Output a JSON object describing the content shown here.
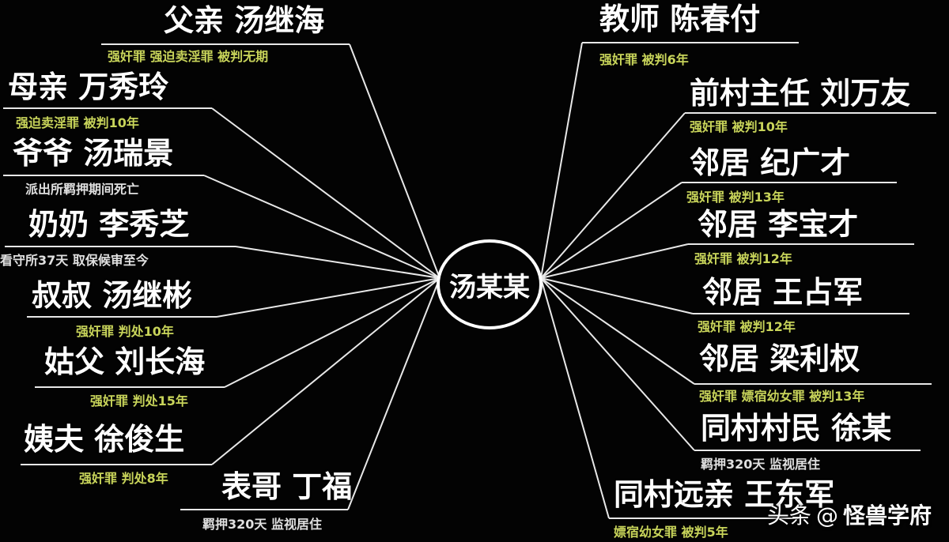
{
  "colors": {
    "background": "#030303",
    "line": "#e8e8e8",
    "crime_note": "#c8d45a",
    "status_note": "#e0e0e0"
  },
  "center": {
    "label": "汤某某"
  },
  "left_nodes": [
    {
      "name": "父亲 汤继海",
      "note": "强奸罪 强迫卖淫罪 被判无期",
      "note_kind": "crime"
    },
    {
      "name": "母亲 万秀玲",
      "note": "强迫卖淫罪 被判10年",
      "note_kind": "crime"
    },
    {
      "name": "爷爷 汤瑞景",
      "note": "派出所羁押期间死亡",
      "note_kind": "status"
    },
    {
      "name": "奶奶 李秀芝",
      "note": "看守所37天 取保候审至今",
      "note_kind": "status"
    },
    {
      "name": "叔叔 汤继彬",
      "note": "强奸罪 判处10年",
      "note_kind": "crime"
    },
    {
      "name": "姑父 刘长海",
      "note": "强奸罪 判处15年",
      "note_kind": "crime"
    },
    {
      "name": "姨夫 徐俊生",
      "note": "强奸罪 判处8年",
      "note_kind": "crime"
    },
    {
      "name": "表哥 丁福",
      "note": "羁押320天 监视居住",
      "note_kind": "status"
    }
  ],
  "right_nodes": [
    {
      "name": "教师 陈春付",
      "note": "强奸罪 被判6年",
      "note_kind": "crime"
    },
    {
      "name": "前村主任 刘万友",
      "note": "强奸罪 被判10年",
      "note_kind": "crime"
    },
    {
      "name": "邻居 纪广才",
      "note": "强奸罪 被判13年",
      "note_kind": "crime"
    },
    {
      "name": "邻居 李宝才",
      "note": "强奸罪 被判12年",
      "note_kind": "crime"
    },
    {
      "name": "邻居 王占军",
      "note": "强奸罪 被判12年",
      "note_kind": "crime"
    },
    {
      "name": "邻居 梁利权",
      "note": "强奸罪 嫖宿幼女罪 被判13年",
      "note_kind": "crime"
    },
    {
      "name": "同村村民 徐某",
      "note": "羁押320天 监视居住",
      "note_kind": "status"
    },
    {
      "name": "同村远亲 王东军",
      "note": "嫖宿幼女罪 被判5年",
      "note_kind": "crime"
    }
  ],
  "watermark": {
    "prefix": "头条",
    "at": "@",
    "brand": "怪兽学府"
  }
}
